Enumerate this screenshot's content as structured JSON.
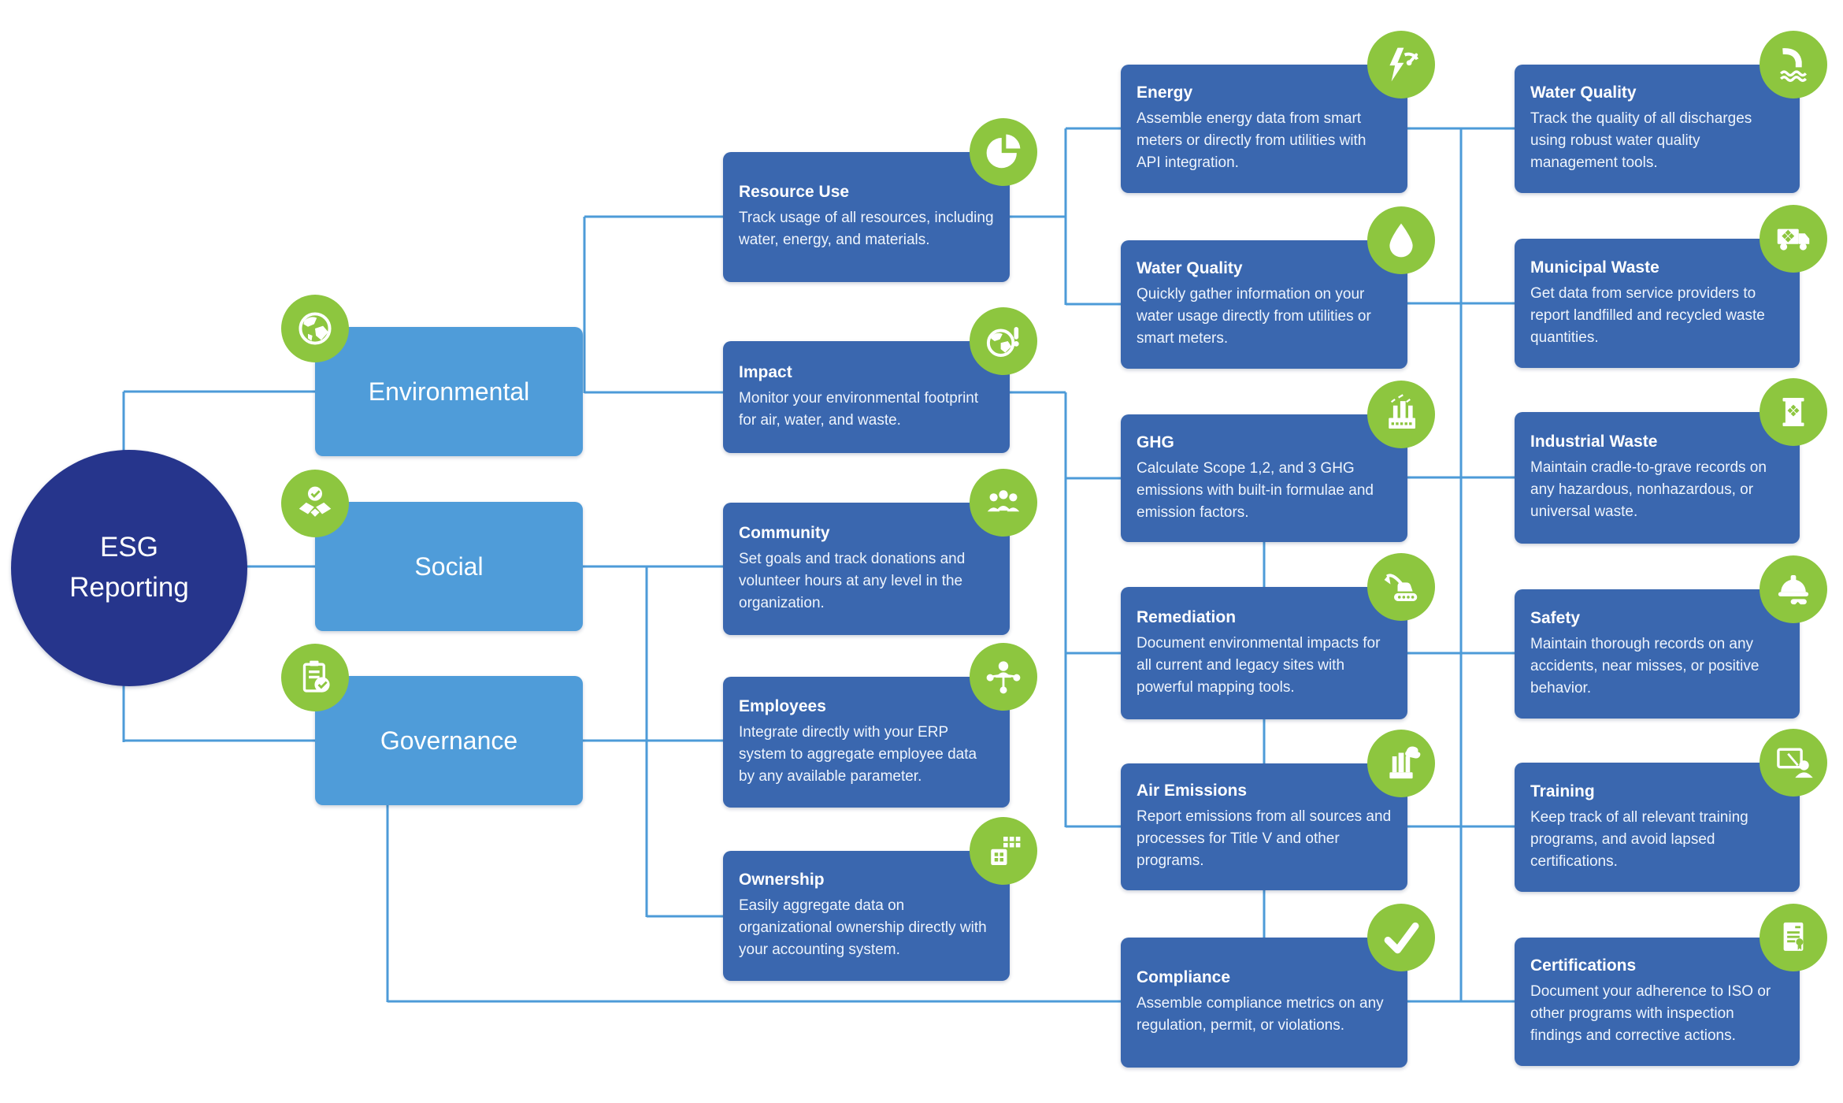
{
  "root": {
    "label": "ESG Reporting"
  },
  "categories": [
    {
      "label": "Environmental",
      "icon": "globe-icon"
    },
    {
      "label": "Social",
      "icon": "handshake-check-icon"
    },
    {
      "label": "Governance",
      "icon": "clipboard-check-icon"
    }
  ],
  "level2": [
    {
      "title": "Resource Use",
      "desc": "Track usage of all resources, including water, energy, and materials.",
      "icon": "pie-chart-icon"
    },
    {
      "title": "Impact",
      "desc": "Monitor your environmental footprint for air, water, and waste.",
      "icon": "globe-alert-icon"
    },
    {
      "title": "Community",
      "desc": "Set goals and track donations and volunteer hours at any level in the organization.",
      "icon": "people-group-icon"
    },
    {
      "title": "Employees",
      "desc": "Integrate directly with your ERP system to aggregate employee data by any available parameter.",
      "icon": "person-network-icon"
    },
    {
      "title": "Ownership",
      "desc": "Easily aggregate data on organizational ownership directly with your accounting system.",
      "icon": "org-building-icon"
    }
  ],
  "level3": [
    {
      "title": "Energy",
      "desc": "Assemble energy data from smart meters or directly from utilities with API integration.",
      "icon": "energy-gauge-icon"
    },
    {
      "title": "Water Quality",
      "desc": "Quickly gather information on your water usage directly from utilities or smart meters.",
      "icon": "water-droplet-icon"
    },
    {
      "title": "GHG",
      "desc": "Calculate Scope 1,2, and 3 GHG emissions with built-in formulae and emission factors.",
      "icon": "factory-icon"
    },
    {
      "title": "Remediation",
      "desc": "Document environmental impacts for all current and legacy sites with powerful mapping tools.",
      "icon": "excavator-icon"
    },
    {
      "title": "Air Emissions",
      "desc": "Report emissions from all sources and processes for Title V and other programs.",
      "icon": "smokestack-icon"
    },
    {
      "title": "Compliance",
      "desc": "Assemble compliance metrics on any regulation, permit, or violations.",
      "icon": "checkmark-icon"
    }
  ],
  "level4": [
    {
      "title": "Water Quality",
      "desc": "Track the quality of all discharges using robust water quality management tools.",
      "icon": "water-discharge-icon"
    },
    {
      "title": "Municipal Waste",
      "desc": "Get data from service providers to report landfilled and recycled waste quantities.",
      "icon": "waste-truck-icon"
    },
    {
      "title": "Industrial Waste",
      "desc": "Maintain cradle-to-grave records on any hazardous, nonhazardous, or universal waste.",
      "icon": "waste-drum-icon"
    },
    {
      "title": "Safety",
      "desc": "Maintain thorough records on any accidents, near misses, or positive behavior.",
      "icon": "hard-hat-icon"
    },
    {
      "title": "Training",
      "desc": "Keep track of all relevant training programs, and avoid lapsed certifications.",
      "icon": "training-presentation-icon"
    },
    {
      "title": "Certifications",
      "desc": "Document your adherence to ISO or other programs with inspection findings and corrective actions.",
      "icon": "certificate-icon"
    }
  ],
  "colors": {
    "root_circle": "#26358c",
    "category_box": "#4f9cd9",
    "node_box": "#3a67af",
    "icon_green": "#8dc63f",
    "connector": "#4d9bd8"
  }
}
